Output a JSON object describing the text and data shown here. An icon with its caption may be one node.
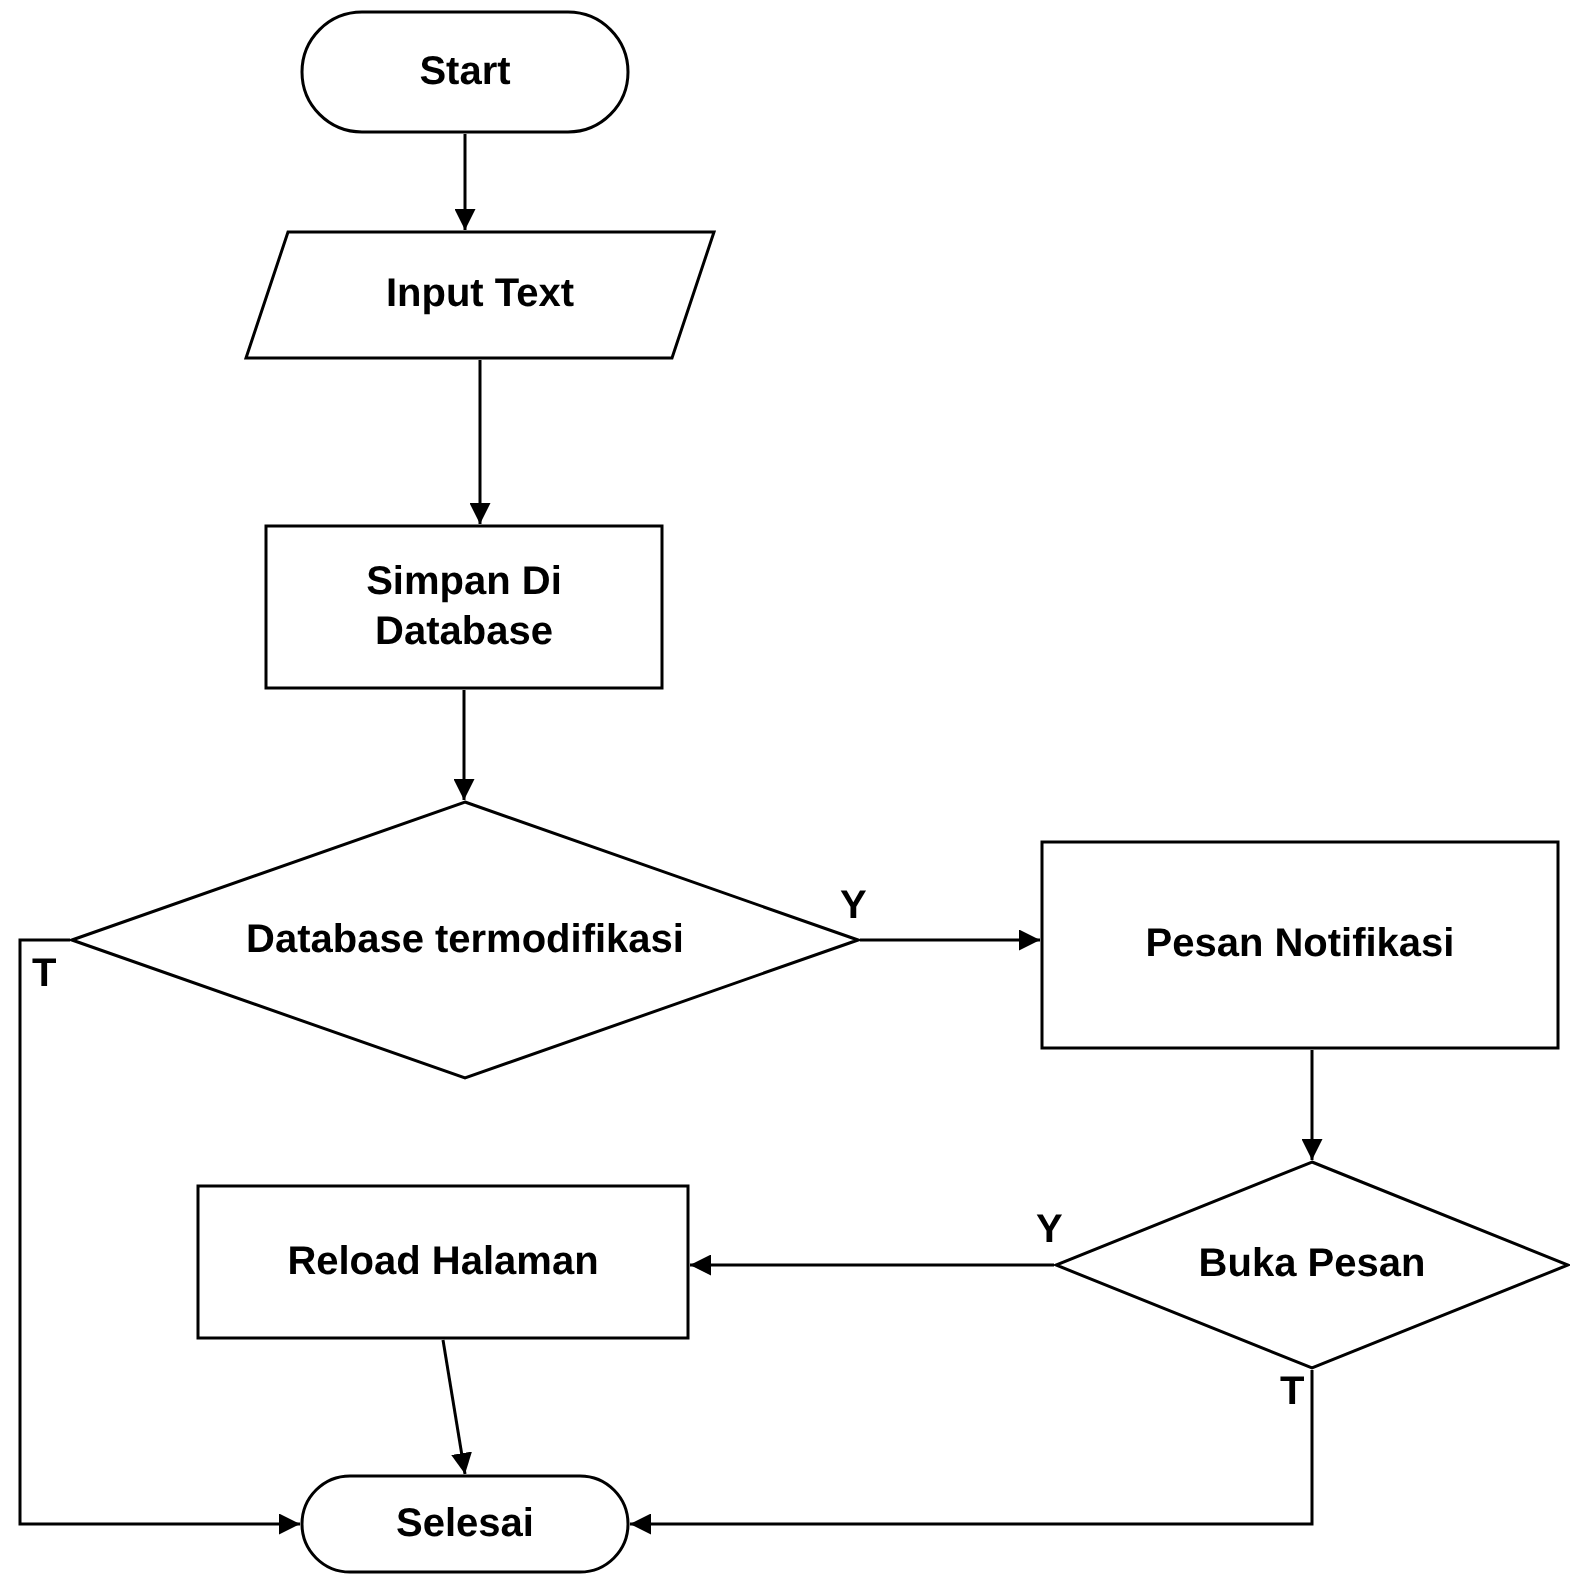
{
  "diagram": {
    "nodes": [
      {
        "text": [
          "Start"
        ]
      },
      {
        "text": [
          "Input Text"
        ]
      },
      {
        "text": [
          "Simpan Di Database"
        ]
      },
      {
        "text": [
          "Database termodifikasi"
        ]
      },
      {
        "text": [
          "Pesan Notifikasi"
        ]
      },
      {
        "text": [
          "Buka Pesan"
        ]
      },
      {
        "text": [
          "Reload Halaman"
        ]
      },
      {
        "text": [
          "Selesai"
        ]
      }
    ],
    "edges": [
      {
        "from": 0,
        "to": 1,
        "arrow": "to"
      },
      {
        "from": 1,
        "to": 2,
        "arrow": "to"
      },
      {
        "from": 2,
        "to": 3,
        "arrow": "to"
      },
      {
        "from": 3,
        "to": 4,
        "arrow": "to",
        "label": "Y"
      },
      {
        "from": 3,
        "to": 7,
        "arrow": "to",
        "label": "T"
      },
      {
        "from": 4,
        "to": 5,
        "arrow": "to"
      },
      {
        "from": 5,
        "to": 6,
        "arrow": "to",
        "label": "Y"
      },
      {
        "from": 6,
        "to": 7,
        "arrow": "to"
      },
      {
        "from": 5,
        "to": 7,
        "arrow": "to",
        "label": "T"
      }
    ]
  }
}
